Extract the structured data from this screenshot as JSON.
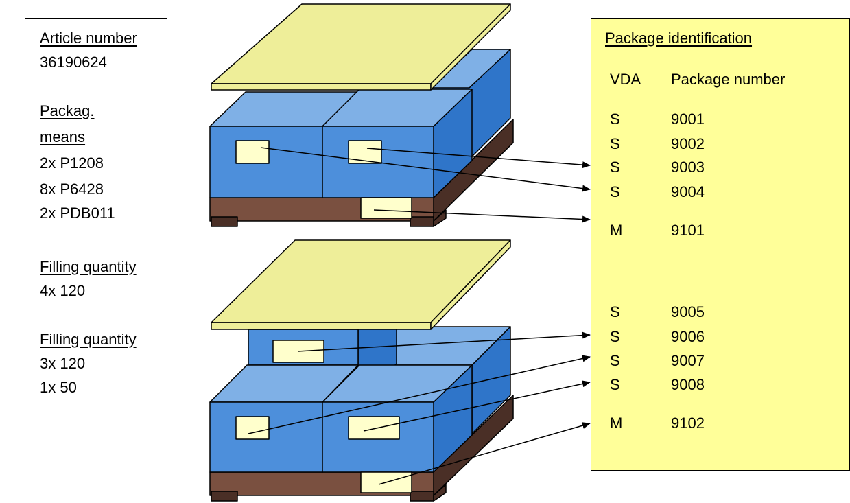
{
  "left_panel": {
    "article_heading": "Article number",
    "article_value": "36190624",
    "packag_heading_line1": "Packag.",
    "packag_heading_line2": "means",
    "packag_items": [
      "2x P1208",
      "8x P6428",
      "2x PDB011"
    ],
    "filling1_heading": "Filling quantity",
    "filling1_items": [
      "4x 120"
    ],
    "filling2_heading": "Filling quantity",
    "filling2_items": [
      "3x 120",
      "1x 50"
    ]
  },
  "right_panel": {
    "heading": "Package identification",
    "col_vda": "VDA",
    "col_number": "Package number",
    "rows": [
      {
        "vda": "S",
        "number": "9001"
      },
      {
        "vda": "S",
        "number": "9002"
      },
      {
        "vda": "S",
        "number": "9003"
      },
      {
        "vda": "S",
        "number": "9004"
      },
      {
        "vda": "M",
        "number": "9101"
      },
      {
        "vda": "S",
        "number": "9005"
      },
      {
        "vda": "S",
        "number": "9006"
      },
      {
        "vda": "S",
        "number": "9007"
      },
      {
        "vda": "S",
        "number": "9008"
      },
      {
        "vda": "M",
        "number": "9102"
      }
    ]
  },
  "colors": {
    "lid": "#eeee99",
    "box_front": "#4d8fdb",
    "box_top": "#7fb0e6",
    "box_side": "#2f75c9",
    "pallet_front": "#7a5040",
    "pallet_dark": "#4a2f26",
    "label": "#ffffcc",
    "panel_bg": "#ffff99"
  }
}
